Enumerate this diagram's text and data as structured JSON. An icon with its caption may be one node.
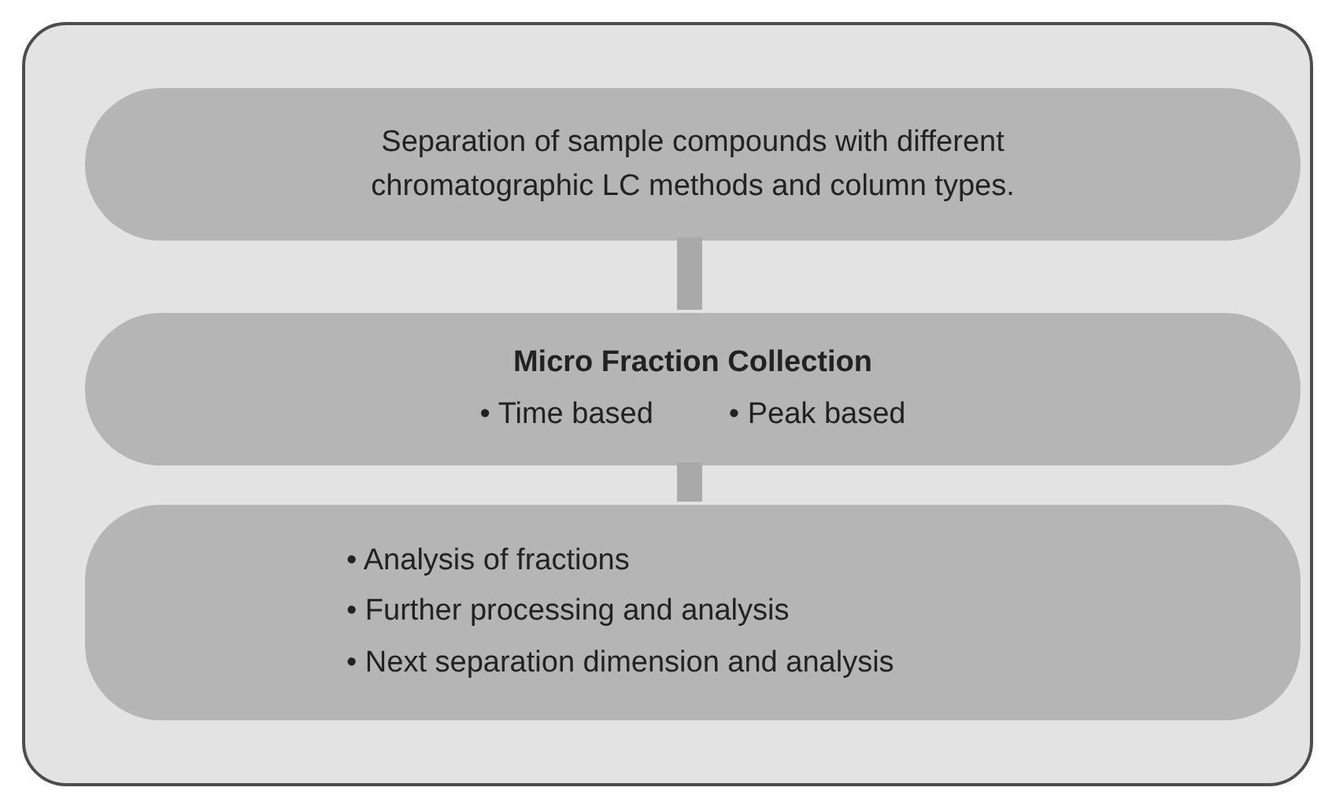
{
  "diagram": {
    "nodes": [
      {
        "text": [],
        "shape": "box"
      },
      {
        "text": [
          "Separation of sample compounds with different chromatographic LC methods and column types."
        ],
        "in": 0
      },
      {
        "text": [
          "Micro Fraction Collection",
          "• Time based",
          "• Peak based"
        ],
        "in": 0
      },
      {
        "text": [
          "• Analysis of fractions",
          "• Further processing and analysis",
          "• Next separation dimension and analysis"
        ],
        "in": 0
      }
    ],
    "edges": [
      {
        "from": 1,
        "to": 2,
        "arrow": "none"
      },
      {
        "from": 2,
        "to": 3,
        "arrow": "none"
      }
    ]
  }
}
